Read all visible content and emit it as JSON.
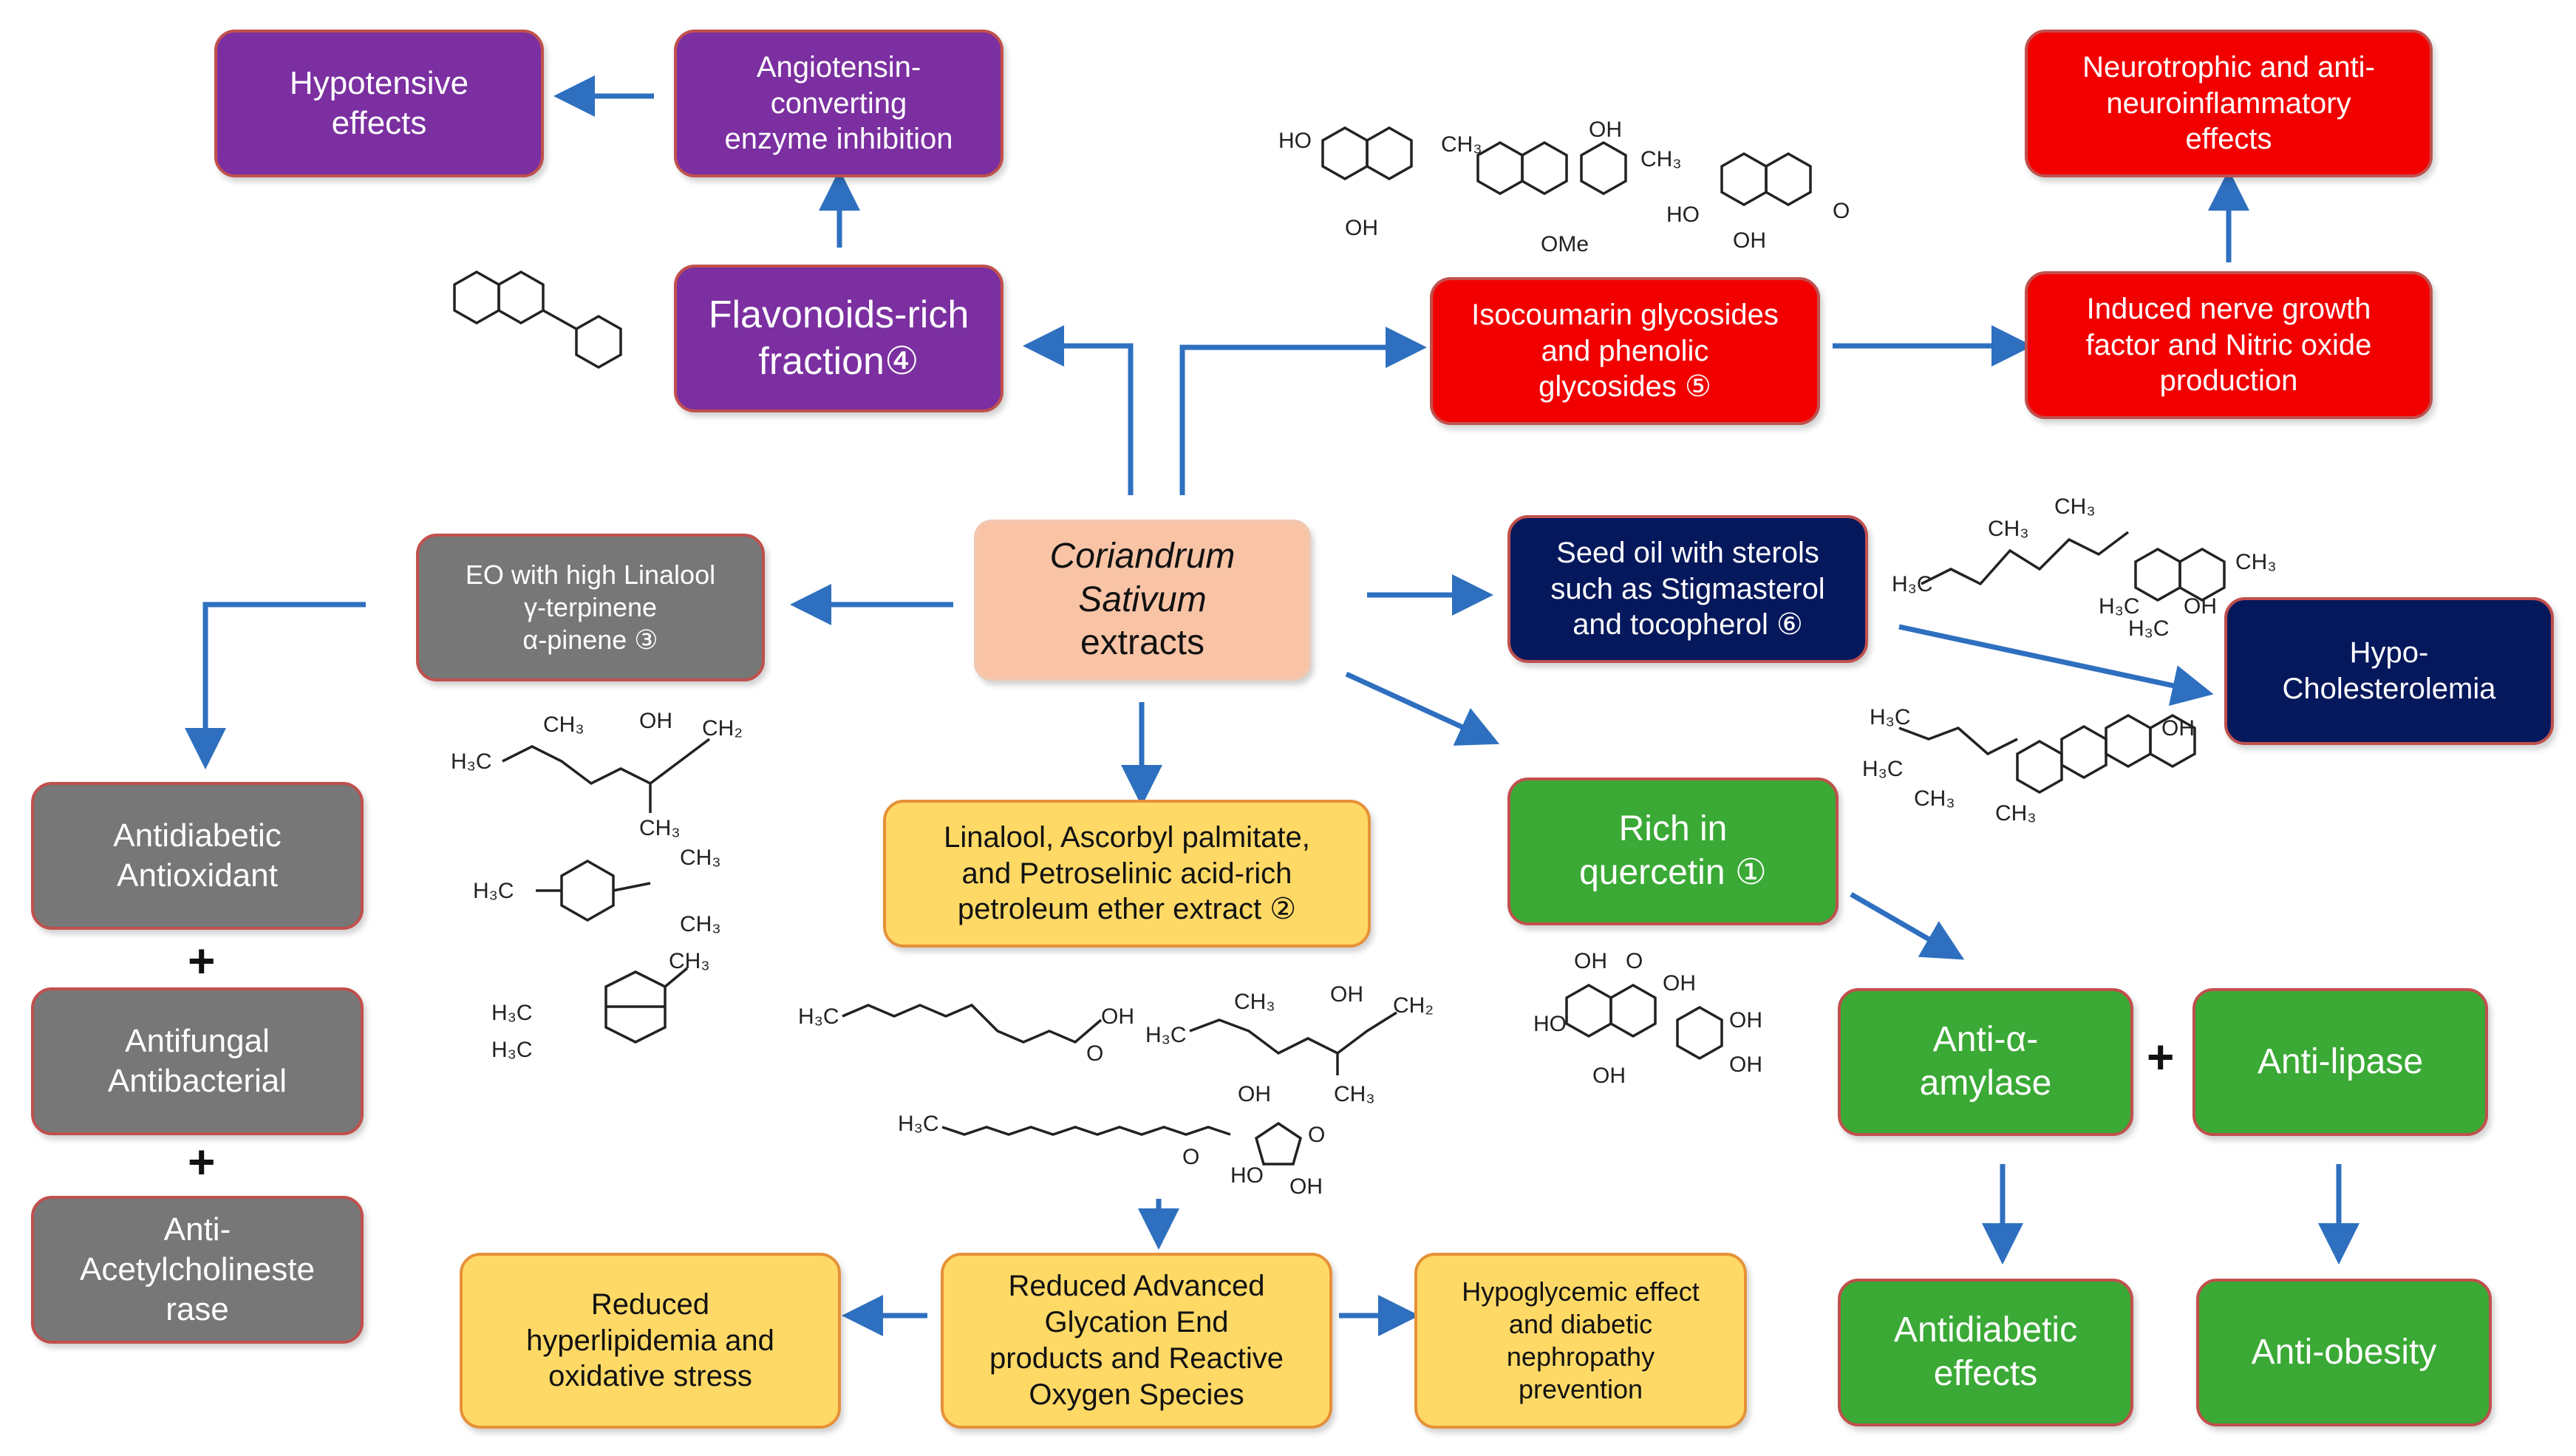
{
  "boxes": {
    "hypotensive": "Hypotensive\neffects",
    "ace": "Angiotensin-\nconverting\nenzyme inhibition",
    "flavonoids": "Flavonoids-rich\nfraction④",
    "isocoumarin": "Isocoumarin glycosides\nand phenolic\nglycosides ⑤",
    "nerve": "Induced nerve growth\nfactor and Nitric oxide\nproduction",
    "neurotrophic": "Neurotrophic and anti-\nneuroinflammatory\neffects",
    "center_line1": "Coriandrum",
    "center_line2": "Sativum",
    "center_line3": "extracts",
    "eo": "EO with high Linalool\nγ-terpinene\nα-pinene ③",
    "seed_oil": "Seed oil with sterols\nsuch as Stigmasterol\nand tocopherol ⑥",
    "hypochol": "Hypo-\nCholesterolemia",
    "antidiabetic_antiox": "Antidiabetic\nAntioxidant",
    "antifungal": "Antifungal\nAntibacterial",
    "antiache": "Anti-\nAcetylcholineste\nrase",
    "linalool": "Linalool, Ascorbyl palmitate,\nand Petroselinic acid-rich\npetroleum ether extract ②",
    "quercetin": "Rich in\nquercetin ①",
    "anti_amylase": "Anti-α-\namylase",
    "anti_lipase": "Anti-lipase",
    "antidiabetic_effects": "Antidiabetic\neffects",
    "anti_obesity": "Anti-obesity",
    "reduced_hyper": "Reduced\nhyperlipidemia and\noxidative stress",
    "reduced_age": "Reduced Advanced\nGlycation End\nproducts and Reactive\nOxygen Species",
    "hypoglycemic": "Hypoglycemic effect\nand diabetic\nnephropathy\nprevention"
  },
  "plus_symbol": "+",
  "chem_labels": {
    "ch3": "CH₃",
    "h3c": "H₃C",
    "oh": "OH",
    "ho": "HO",
    "ch2": "CH₂",
    "o": "O",
    "ome": "OMe"
  },
  "colors": {
    "purple": "#7b2fa0",
    "red": "#f20000",
    "navy": "#06185c",
    "green": "#3aa935",
    "grey": "#777777",
    "yellow": "#ffd966",
    "center": "#f9c4a6",
    "arrow": "#2e6fbf"
  }
}
